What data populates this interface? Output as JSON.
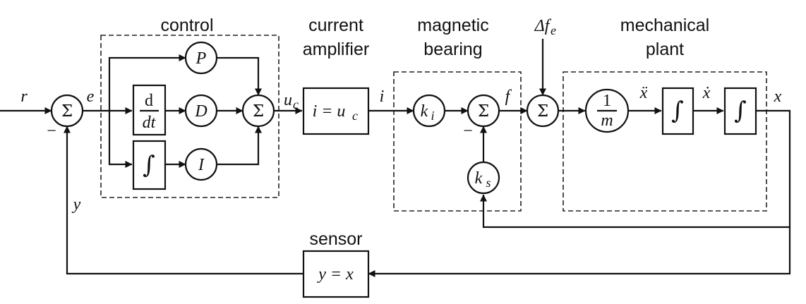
{
  "groups": {
    "control": "control",
    "current_amplifier": [
      "current",
      "amplifier"
    ],
    "magnetic_bearing": [
      "magnetic",
      "bearing"
    ],
    "mechanical_plant": [
      "mechanical",
      "plant"
    ],
    "sensor": "sensor"
  },
  "blocks": {
    "sum": "Σ",
    "p": "P",
    "d": "D",
    "i": "I",
    "deriv_num": "d",
    "deriv_den": "dt",
    "integral": "∫",
    "amplifier_lhs": "i = u",
    "amplifier_sub": "c",
    "ki": "k",
    "ki_sub": "i",
    "ks": "k",
    "ks_sub": "s",
    "inv_mass_num": "1",
    "inv_mass_den": "m",
    "sensor": "y = x"
  },
  "signals": {
    "r": "r",
    "e": "e",
    "u": "u",
    "u_sub": "c",
    "i": "i",
    "f": "f",
    "disturbance": "Δf",
    "disturbance_sub": "e",
    "xddot": "ẍ",
    "xdot": "ẋ",
    "x": "x",
    "y": "y",
    "minus": "−"
  }
}
